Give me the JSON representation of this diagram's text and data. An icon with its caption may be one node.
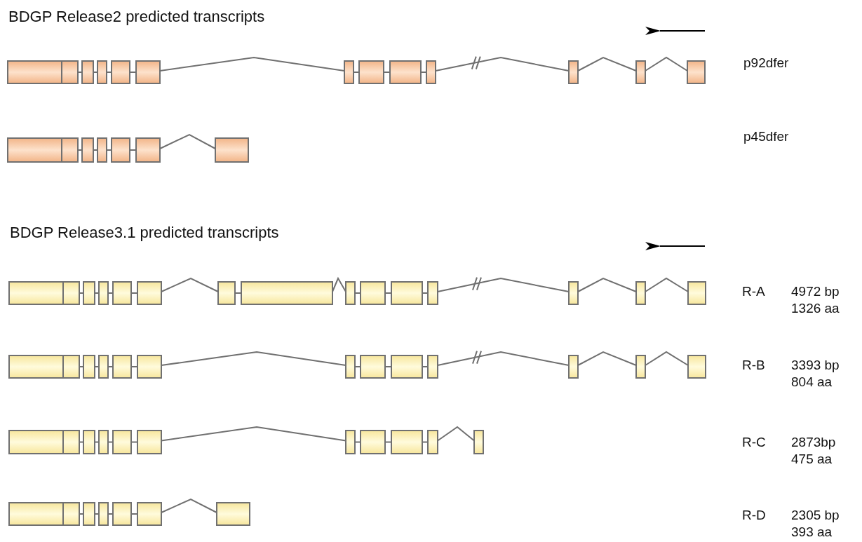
{
  "diagram": {
    "labels": [
      "BDGP Release2 predicted transcripts",
      "p92dfer",
      "p45dfer",
      "BDGP Release3.1 predicted transcripts",
      "R-A",
      "4972 bp 1326 aa",
      "R-B",
      "3393 bp 804 aa",
      "R-C",
      "2873bp 475 aa",
      "R-D",
      "2305 bp 393 aa"
    ]
  }
}
